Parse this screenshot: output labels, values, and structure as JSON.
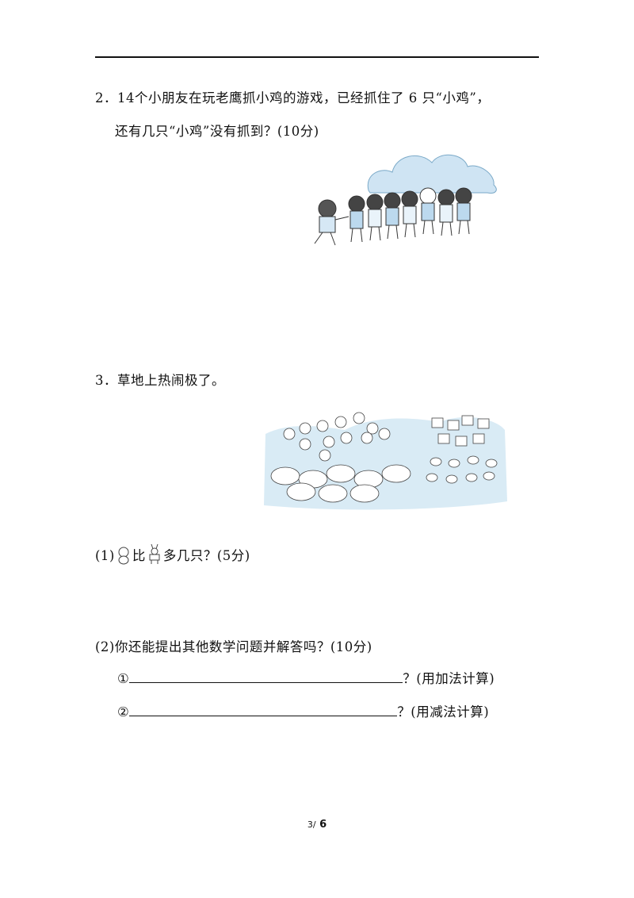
{
  "q2": {
    "number": "2．",
    "line1": "14个小朋友在玩老鹰抓小鸡的游戏，已经抓住了 6 只“小鸡”，",
    "line2": "还有几只“小鸡”没有抓到？(10分)"
  },
  "q3": {
    "number": "3．",
    "title": "草地上热闹极了。",
    "sub1": {
      "prefix": "(1)",
      "compare": "比",
      "suffix": "多几只？(5分)",
      "icon_a": "monkey-icon",
      "icon_b": "deer-icon"
    },
    "sub2": {
      "text": "(2)你还能提出其他数学问题并解答吗？(10分)"
    },
    "blank1": {
      "marker": "①",
      "suffix": "？(用加法计算)"
    },
    "blank2": {
      "marker": "②",
      "suffix": "？(用减法计算)"
    }
  },
  "footer": {
    "page": "3/",
    "total": "6"
  },
  "colors": {
    "cloud": "#cfe4f3",
    "meadow": "#d9ebf5",
    "text": "#111111"
  }
}
